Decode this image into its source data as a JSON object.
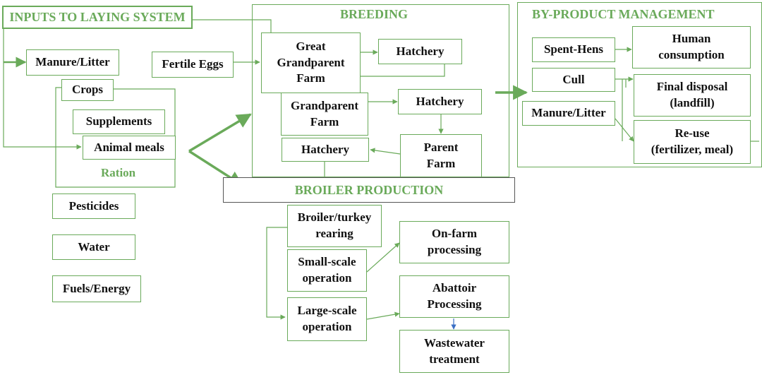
{
  "sections": {
    "inputs": "INPUTS TO LAYING SYSTEM",
    "breeding": "BREEDING",
    "byproduct": "BY-PRODUCT MANAGEMENT",
    "broiler": "BROILER PRODUCTION"
  },
  "inputs": {
    "manure_litter": "Manure/Litter",
    "fertile_eggs": "Fertile Eggs",
    "crops": "Crops",
    "supplements": "Supplements",
    "animal_meals": "Animal meals",
    "ration": "Ration",
    "pesticides": "Pesticides",
    "water": "Water",
    "fuels_energy": "Fuels/Energy"
  },
  "breeding": {
    "great_grandparent_farm": "Great\nGrandparent\nFarm",
    "hatchery_1": "Hatchery",
    "grandparent_farm": "Grandparent\nFarm",
    "hatchery_2": "Hatchery",
    "hatchery_3": "Hatchery",
    "parent_farm": "Parent\nFarm"
  },
  "byproduct": {
    "spent_hens": "Spent-Hens",
    "cull": "Cull",
    "manure_litter": "Manure/Litter",
    "human_consumption": "Human\nconsumption",
    "final_disposal": "Final disposal\n(landfill)",
    "reuse": "Re-use\n(fertilizer, meal)"
  },
  "broiler": {
    "rearing": "Broiler/turkey\nrearing",
    "small_scale": "Small-scale\noperation",
    "large_scale": "Large-scale\noperation",
    "on_farm_processing": "On-farm\nprocessing",
    "abattoir_processing": "Abattoir\nProcessing",
    "wastewater_treatment": "Wastewater\ntreatment"
  },
  "colors": {
    "accent": "#6aaa5a",
    "secondary_arrow": "#3a6fc4",
    "banner_border": "#555555"
  }
}
